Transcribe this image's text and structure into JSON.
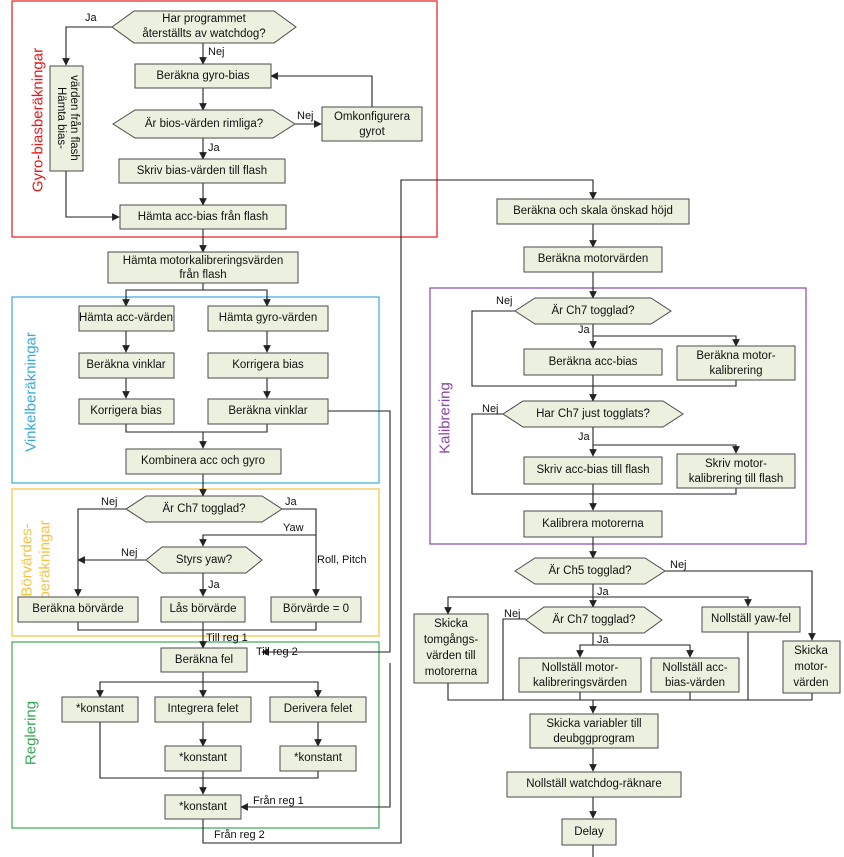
{
  "colors": {
    "node_fill": "#ebf1de",
    "node_stroke": "#4a4a4a",
    "group_gyro": "#e31a1c",
    "group_vinkel": "#3ba9d9",
    "group_borvarde": "#f5c342",
    "group_reglering": "#3aa657",
    "group_kalibrering": "#8e44ad"
  },
  "groups": {
    "gyro": "Gyro-biasberäkningar",
    "vinkel": "Vinkelberäkningar",
    "borvarde_1": "Börvärdes-",
    "borvarde_2": "beräkningar",
    "reglering": "Reglering",
    "kalibrering": "Kalibrering"
  },
  "nodes": {
    "n_watchdog_q_1": "Har programmet",
    "n_watchdog_q_2": "återställts av watchdog?",
    "n_gyrobias": "Beräkna gyro-bias",
    "n_biasok_q": "Är bios-värden rimliga?",
    "n_omkonf_1": "Omkonfigurera",
    "n_omkonf_2": "gyrot",
    "n_writeflash": "Skriv bias-värden till flash",
    "n_hamta_bias_1": "Hämta bias-",
    "n_hamta_bias_2": "värden från flash",
    "n_accbias_flash": "Hämta acc-bias från flash",
    "n_motorkal_1": "Hämta motorkalibreringsvärden",
    "n_motorkal_2": "från flash",
    "n_hamta_acc": "Hämta acc-värden",
    "n_hamta_gyro": "Hämta gyro-värden",
    "n_berakna_vinklar_l": "Beräkna vinklar",
    "n_korrigera_bias_r": "Korrigera bias",
    "n_korrigera_bias_l": "Korrigera bias",
    "n_berakna_vinklar_r": "Beräkna vinklar",
    "n_kombinera": "Kombinera acc och gyro",
    "n_ch7_q_left": "Är Ch7 togglad?",
    "n_styrs_yaw_q": "Styrs yaw?",
    "n_berakna_borvarde": "Beräkna börvärde",
    "n_las_borvarde": "Lås börvärde",
    "n_borvarde_0": "Börvärde = 0",
    "n_berakna_fel": "Beräkna fel",
    "n_konstant_1": "*konstant",
    "n_integrera": "Integrera felet",
    "n_derivera": "Derivera felet",
    "n_konstant_2": "*konstant",
    "n_konstant_3": "*konstant",
    "n_konstant_final": "*konstant",
    "n_hojd": "Beräkna och skala önskad höjd",
    "n_motorvarden": "Beräkna motorvärden",
    "n_ch7_q_kal": "Är Ch7 togglad?",
    "n_acc_bias": "Beräkna acc-bias",
    "n_motor_kal_1": "Beräkna motor-",
    "n_motor_kal_2": "kalibrering",
    "n_ch7_just_q": "Har Ch7 just togglats?",
    "n_skriv_acc": "Skriv acc-bias till flash",
    "n_skriv_motor_1": "Skriv motor-",
    "n_skriv_motor_2": "kalibrering till flash",
    "n_kalibrera": "Kalibrera motorerna",
    "n_ch5_q": "Är Ch5 togglad?",
    "n_ch7_q_lower": "Är Ch7 togglad?",
    "n_skicka_tomg_1": "Skicka",
    "n_skicka_tomg_2": "tomgångs-",
    "n_skicka_tomg_3": "värden till",
    "n_skicka_tomg_4": "motorerna",
    "n_nollstall_yaw": "Nollställ yaw-fel",
    "n_nollstall_motor_1": "Nollställ motor-",
    "n_nollstall_motor_2": "kalibreringsvärden",
    "n_nollstall_acc_1": "Nollställ acc-",
    "n_nollstall_acc_2": "bias-värden",
    "n_skicka_motor_1": "Skicka",
    "n_skicka_motor_2": "motor-",
    "n_skicka_motor_3": "värden",
    "n_skicka_var_1": "Skicka variabler till",
    "n_skicka_var_2": "deubggprogram",
    "n_nollstall_wd": "Nollställ watchdog-räknare",
    "n_delay": "Delay"
  },
  "labels": {
    "ja_1": "Ja",
    "nej_1": "Nej",
    "nej_2": "Nej",
    "ja_2": "Ja",
    "nej_3": "Nej",
    "ja_3": "Ja",
    "yaw": "Yaw",
    "nej_4": "Nej",
    "roll_pitch": "Roll, Pitch",
    "ja_4": "Ja",
    "till_reg_1": "Till reg 1",
    "till_reg_2": "Till reg 2",
    "fran_reg_1": "Från reg 1",
    "fran_reg_2": "Från reg 2",
    "nej_5": "Nej",
    "ja_5": "Ja",
    "nej_6": "Nej",
    "ja_6": "Ja",
    "ja_7": "Ja",
    "nej_7": "Nej",
    "nej_8": "Nej",
    "ja_8": "Ja"
  }
}
